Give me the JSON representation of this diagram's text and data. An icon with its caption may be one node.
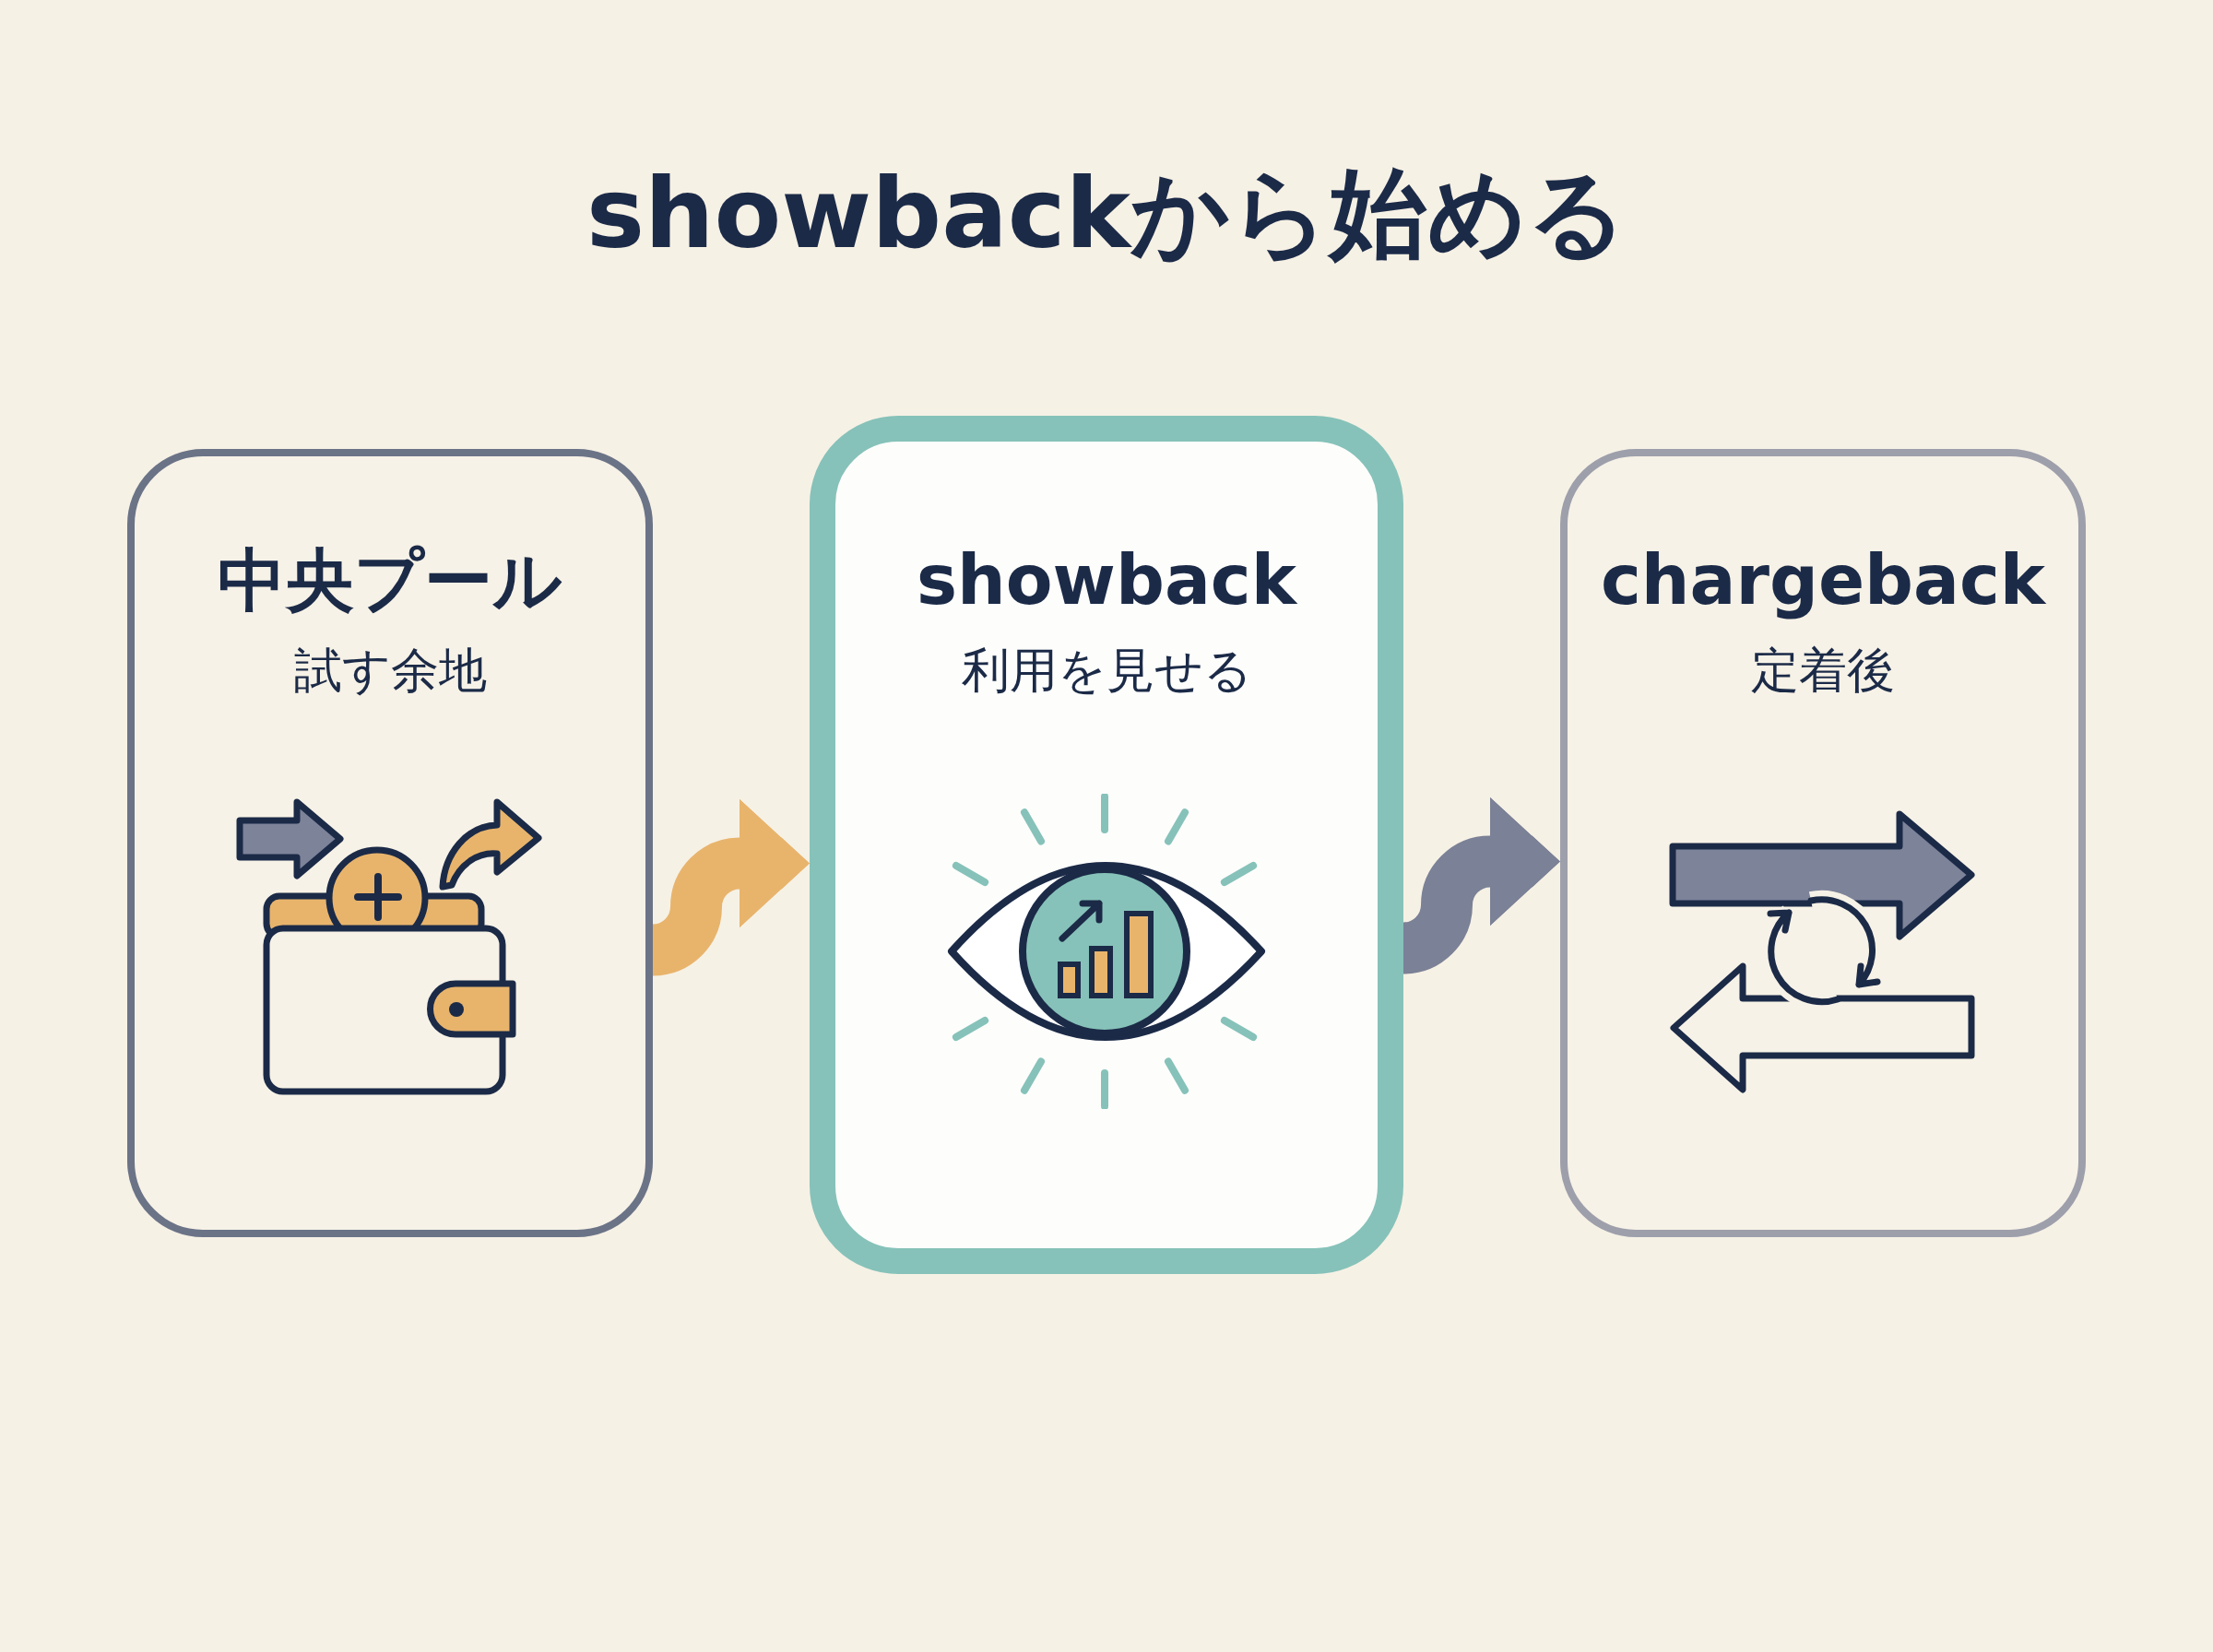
{
  "diagram": {
    "title": "showbackから始める",
    "nodes": [
      {
        "text": [
          "中央プール",
          "試す余地"
        ]
      },
      {
        "text": [
          "showback",
          "利用を見せる"
        ]
      },
      {
        "text": [
          "chargeback",
          "定着後"
        ]
      }
    ],
    "edges": [
      {
        "from": 0,
        "to": 1,
        "arrow": "to",
        "color": "#e8b46c"
      },
      {
        "from": 1,
        "to": 2,
        "arrow": "to",
        "color": "#7b8196"
      }
    ]
  }
}
